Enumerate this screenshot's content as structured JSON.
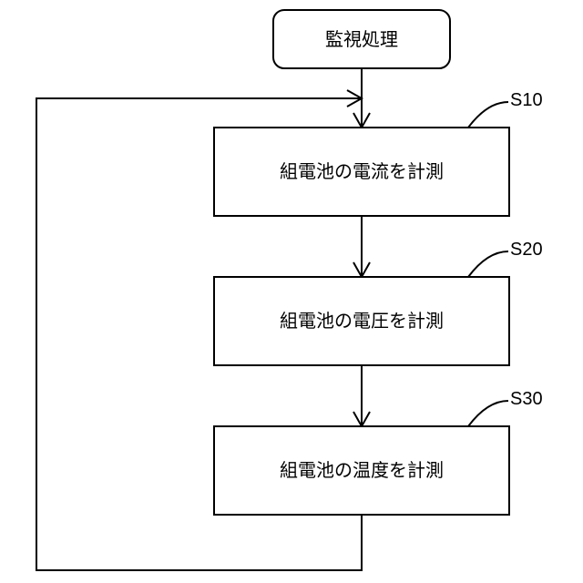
{
  "flowchart": {
    "start": {
      "label": "監視処理"
    },
    "steps": [
      {
        "id": "S10",
        "label": "組電池の電流を計測"
      },
      {
        "id": "S20",
        "label": "組電池の電圧を計測"
      },
      {
        "id": "S30",
        "label": "組電池の温度を計測"
      }
    ]
  }
}
